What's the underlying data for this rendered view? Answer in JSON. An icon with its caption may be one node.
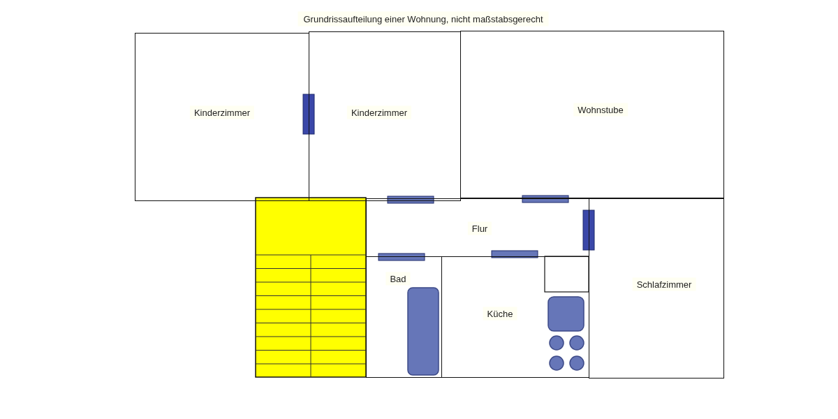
{
  "diagram": {
    "title": "Grundrissaufteilung einer Wohnung, nicht maßstabsgerecht",
    "nodes": [
      {
        "text": [
          "Kinderzimmer"
        ]
      },
      {
        "text": [
          "Kinderzimmer"
        ]
      },
      {
        "text": [
          "Wohnstube"
        ]
      },
      {
        "text": [
          "Flur"
        ]
      },
      {
        "text": [
          "Bad"
        ]
      },
      {
        "text": [
          "Küche"
        ]
      },
      {
        "text": [
          "Schlafzimmer"
        ]
      }
    ],
    "edges": []
  }
}
